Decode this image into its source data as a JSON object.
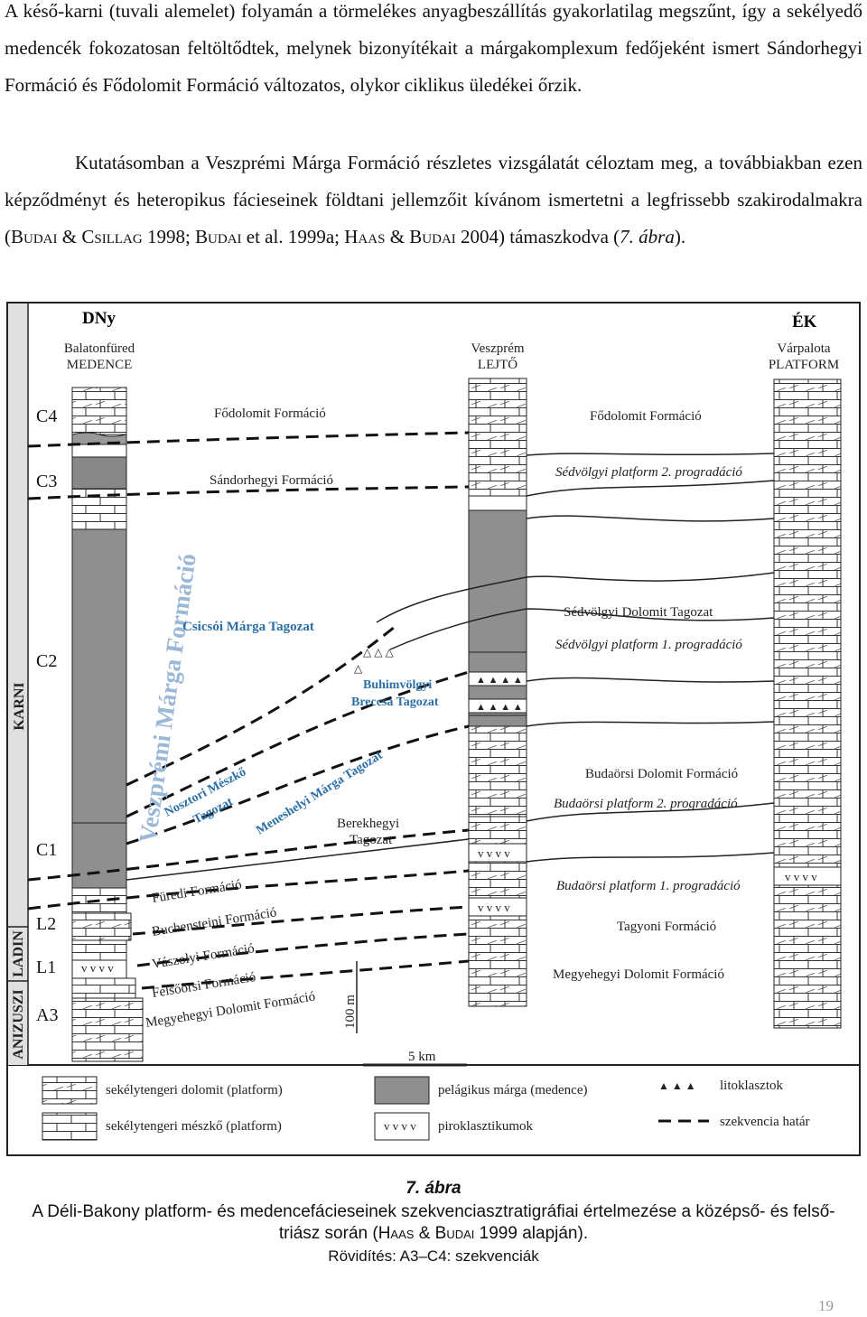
{
  "text": {
    "p1": "A késő-karni (tuvali alemelet) folyamán a törmelékes anyagbeszállítás gyakorlatilag megszűnt, így a sekélyedő medencék fokozatosan feltöltődtek, melynek bizonyítékait a márgakomplexum fedőjeként ismert Sándorhegyi Formáció és Fődolomit Formáció változatos, olykor ciklikus üledékei őrzik.",
    "p2_a": "Kutatásomban a Veszprémi Márga Formáció részletes vizsgálatát céloztam meg, a továbbiakban ezen képződményt és heteropikus fácieseinek földtani jellemzőit kívánom ismertetni a legfrissebb szakirodalmakra (",
    "p2_budai1": "Budai",
    "p2_amp1": " & ",
    "p2_csillag": "Csillag",
    "p2_b": " 1998; ",
    "p2_budai2": "Budai",
    "p2_c": " et al. 1999a; ",
    "p2_haas": "Haas",
    "p2_amp2": " & ",
    "p2_budai3": "Budai",
    "p2_d": " 2004) támaszkodva (",
    "p2_ref": "7. ábra",
    "p2_e": ")."
  },
  "figure": {
    "dir_left": "DNy",
    "dir_right": "ÉK",
    "col_left_1": "Balatonfüred",
    "col_left_2": "MEDENCE",
    "col_mid_1": "Veszprém",
    "col_mid_2": "LEJTŐ",
    "col_right_1": "Várpalota",
    "col_right_2": "PLATFORM",
    "stage_karni": "KARNI",
    "stage_ladin": "LADIN",
    "stage_anizuszi": "ANIZUSZI",
    "seq": [
      "C4",
      "C3",
      "C2",
      "C1",
      "L2",
      "L1",
      "A3"
    ],
    "fodolomit_1": "Fődolomit Formáció",
    "fodolomit_2": "Fődolomit Formáció",
    "sandorhegyi": "Sándorhegyi Formáció",
    "sedvolgyi_prog2": "Sédvölgyi platform 2. progradáció",
    "sedvolgyi_tag": "Sédvölgyi Dolomit Tagozat",
    "sedvolgyi_prog1": "Sédvölgyi platform 1. progradáció",
    "veszpremi": "Veszprémi Márga Formáció",
    "csicsoi": "Csicsói Márga Tagozat",
    "buhim_1": "Buhimvölgyi",
    "buhim_2": "Breccsa Tagozat",
    "nosztori_1": "Nosztori Mészkő",
    "nosztori_2": "Tagozat",
    "meneshelyi": "Meneshelyi Márga Tagozat",
    "berek_1": "Berekhegyi",
    "berek_2": "Tagozat",
    "budaorsi_tag": "Budaörsi Dolomit Formáció",
    "budaorsi_prog2": "Budaörsi platform 2. progradáció",
    "budaorsi_prog1": "Budaörsi platform 1. progradáció",
    "furedi": "Füredi Formáció",
    "buchenst": "Buchensteini Formáció",
    "vaszolyi": "Vászolyi Formáció",
    "felsoorsi": "Felsőörsi Formáció",
    "megyehegyi_l": "Megyehegyi Dolomit Formáció",
    "tagyoni": "Tagyoni Formáció",
    "megyehegyi_r": "Megyehegyi Dolomit Formáció",
    "scale_v": "100 m",
    "scale_h": "5 km",
    "legend": {
      "dolomit": "sekélytengeri dolomit (platform)",
      "meszko": "sekélytengeri mészkő (platform)",
      "marga": "pelágikus márga (medence)",
      "piro": "piroklasztikumok",
      "lito": "litoklasztok",
      "hatar": "szekvencia határ"
    }
  },
  "caption": {
    "title": "7. ábra",
    "body_a": "A Déli-Bakony platform- és medencefácieseinek szekvenciasztratigráfiai értelmezése a középső- és felső-triász során (",
    "body_haas": "Haas",
    "body_amp": " & ",
    "body_budai": "Budai",
    "body_b": " 1999 alapján).",
    "abbr": "Rövidítés: A3–C4: szekvenciák"
  },
  "page_number": "19"
}
